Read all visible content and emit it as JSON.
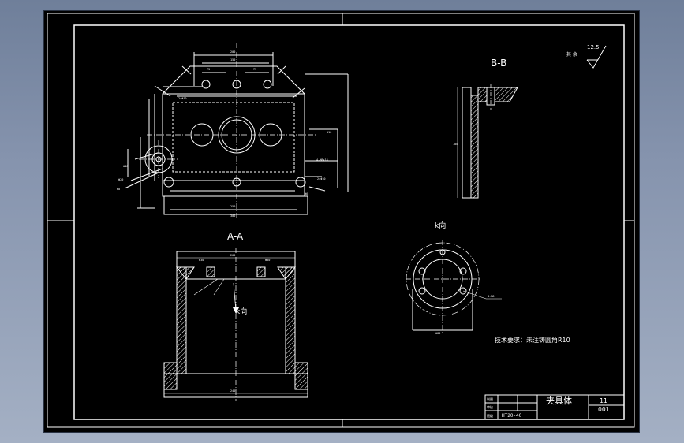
{
  "drawing": {
    "sections": {
      "section_bb": "B-B",
      "section_aa": "A-A"
    },
    "view_labels": {
      "k_view_title": "k向",
      "k_view_arrow": "k向"
    },
    "roughness": {
      "value": "12.5",
      "prefix": "其 余"
    },
    "technical_requirements": "技术要求：未注铸圆角R10",
    "title_block": {
      "part_name": "夹具体",
      "scale": "11",
      "sheet": "001",
      "material": "HT20-40",
      "row_labels": [
        "制图",
        "审核",
        "班级"
      ]
    }
  },
  "colors": {
    "background": "#000000",
    "lines": "#ffffff",
    "window_gradient_top": "#6f7f9a",
    "window_gradient_bottom": "#a4b0c4"
  }
}
